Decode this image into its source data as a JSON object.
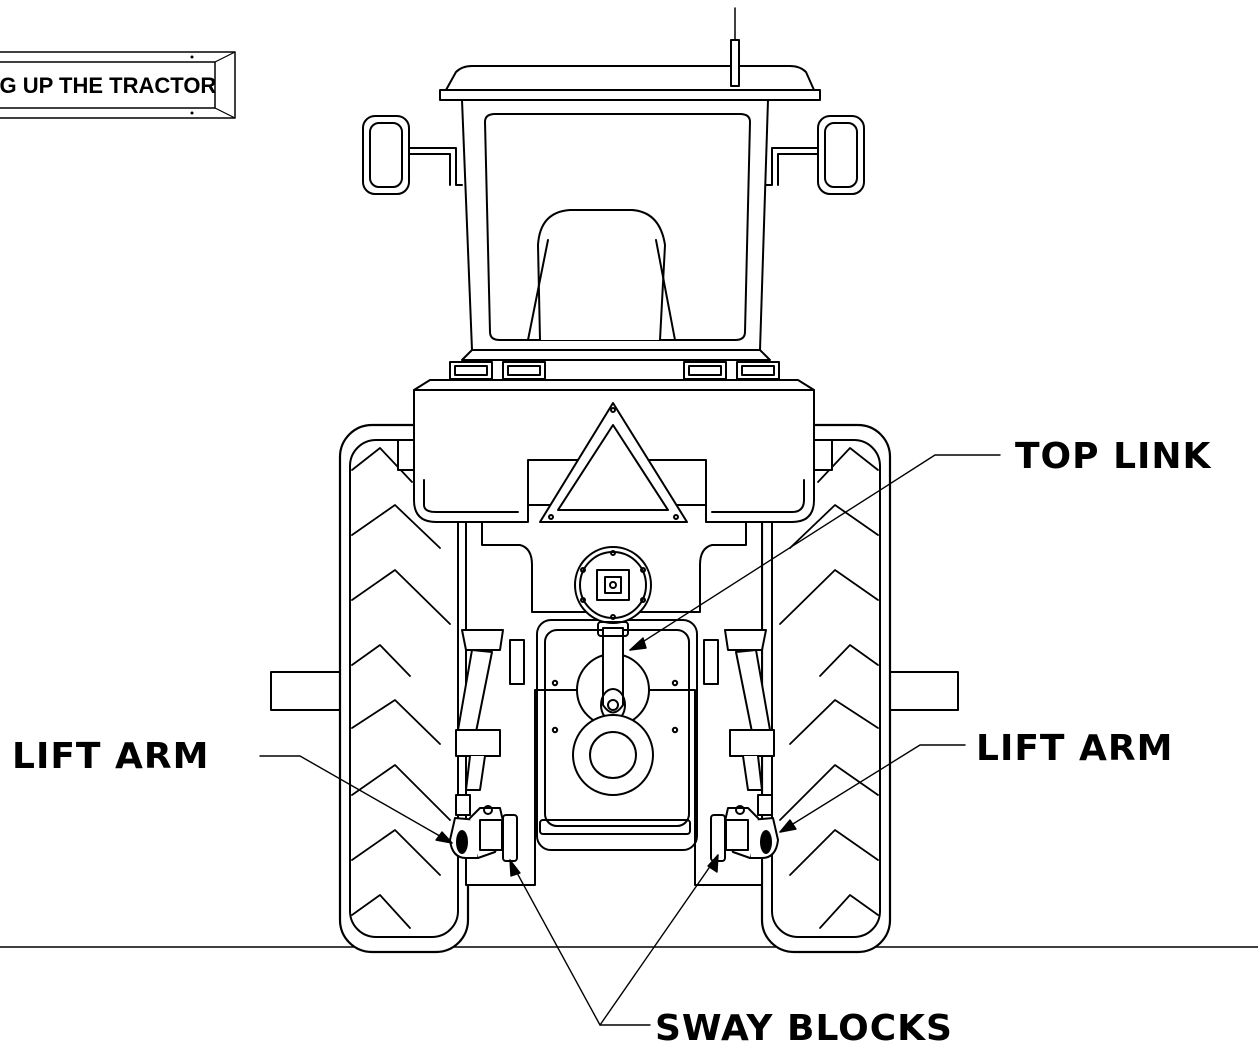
{
  "section_banner": {
    "text": "NG UP THE TRACTOR"
  },
  "labels": {
    "top_link": "TOP LINK",
    "lift_arm_left": "LIFT ARM",
    "lift_arm_right": "LIFT ARM",
    "sway_blocks": "SWAY BLOCKS"
  },
  "colors": {
    "line": "#000000",
    "background": "#ffffff"
  }
}
